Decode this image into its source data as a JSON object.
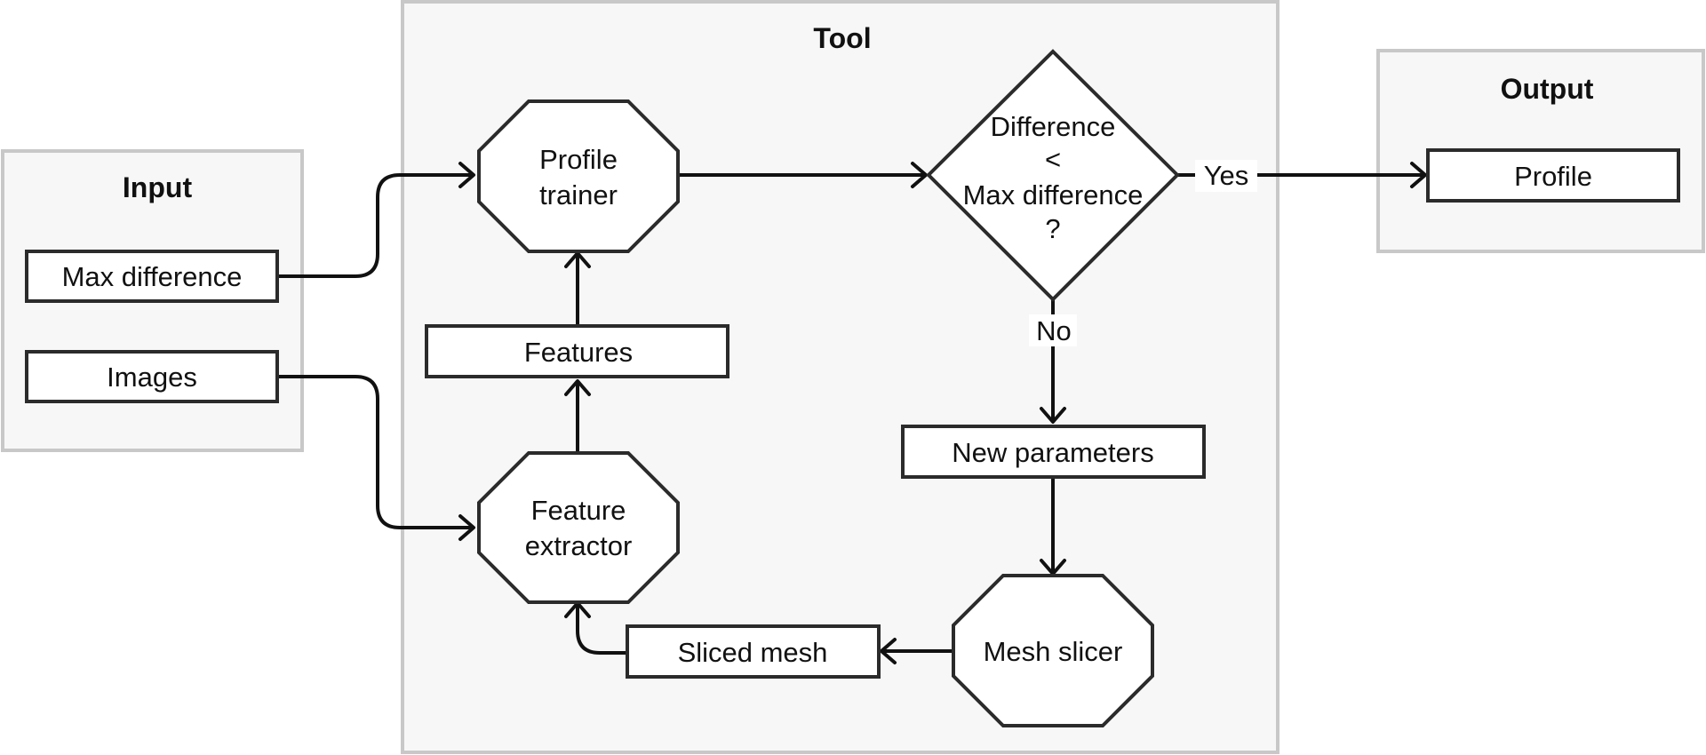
{
  "groups": {
    "input": "Input",
    "tool": "Tool",
    "output": "Output"
  },
  "nodes": {
    "max_difference": "Max difference",
    "images": "Images",
    "profile_trainer": [
      "Profile",
      "trainer"
    ],
    "features": "Features",
    "feature_extractor": [
      "Feature",
      "extractor"
    ],
    "sliced_mesh": "Sliced mesh",
    "decision": [
      "Difference",
      "<",
      "Max difference",
      "?"
    ],
    "new_parameters": "New parameters",
    "mesh_slicer": "Mesh slicer",
    "profile_output": "Profile"
  },
  "edge_labels": {
    "yes": "Yes",
    "no": "No"
  }
}
